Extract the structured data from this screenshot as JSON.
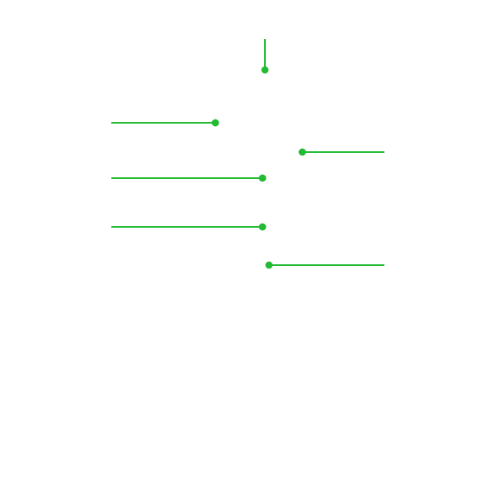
{
  "colors": {
    "background": "#ffffff",
    "connector": "#22bb33"
  },
  "leader_lines": [
    {
      "id": "top",
      "orientation": "vertical",
      "endpoint_side": "bottom"
    },
    {
      "id": "left-1",
      "orientation": "horizontal",
      "endpoint_side": "right"
    },
    {
      "id": "right-1",
      "orientation": "horizontal",
      "endpoint_side": "left"
    },
    {
      "id": "left-2",
      "orientation": "horizontal",
      "endpoint_side": "right"
    },
    {
      "id": "left-3",
      "orientation": "horizontal",
      "endpoint_side": "right"
    },
    {
      "id": "right-2",
      "orientation": "horizontal",
      "endpoint_side": "left"
    }
  ]
}
